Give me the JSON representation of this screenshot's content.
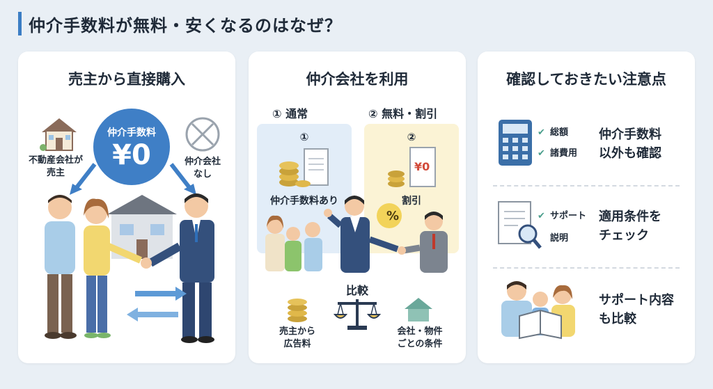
{
  "header": {
    "title": "仲介手数料が無料・安くなるのはなぜ？"
  },
  "card1": {
    "title": "売主から直接購入",
    "seller_label": "不動産会社が\n売主",
    "fee_label": "仲介手数料",
    "fee_value": "¥0",
    "no_agent_label": "仲介会社\nなし"
  },
  "card2": {
    "title": "仲介会社を利用",
    "option1_heading": "① 通常",
    "option2_heading": "② 無料・割引",
    "panel1_number": "①",
    "panel1_label": "仲介手数料あり",
    "panel2_number": "②",
    "panel2_receipt": "¥0",
    "panel2_label": "割引",
    "percent_symbol": "%",
    "compare_label": "比較",
    "seller_ad_fee": "売主から\n広告料",
    "conditions": "会社・物件\nごとの条件"
  },
  "card3": {
    "title": "確認しておきたい注意点",
    "item1_check1": "総額",
    "item1_check2": "諸費用",
    "item1_text": "仲介手数料\n以外も確認",
    "item2_check1": "サポート",
    "item2_check2": "説明",
    "item2_text": "適用条件を\nチェック",
    "item3_text": "サポート内容\nも比較"
  },
  "colors": {
    "accent_blue": "#3f7fc6",
    "panel_blue": "#e2edf8",
    "panel_yellow": "#fbf3d5",
    "check_green": "#4a9e8c"
  }
}
